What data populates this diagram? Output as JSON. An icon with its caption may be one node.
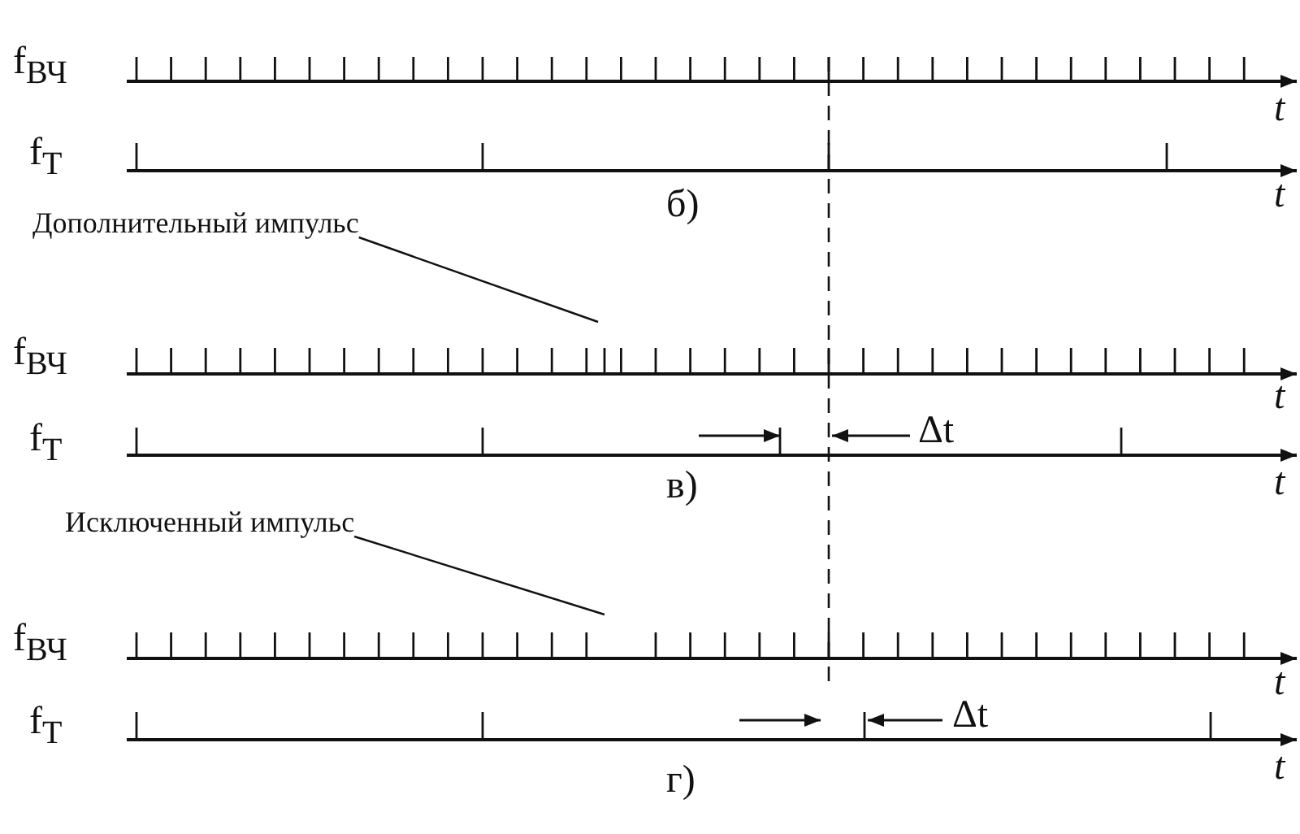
{
  "diagram": {
    "nodes": [
      {
        "text": [
          "Дополнительный импульс"
        ]
      },
      {
        "text": [
          "Исключенный импульс"
        ]
      }
    ],
    "edges": [
      {
        "from": 0,
        "to": null,
        "arrow": "none"
      },
      {
        "from": 1,
        "to": null,
        "arrow": "none"
      }
    ],
    "labels": [
      "f$_{ВЧ}$",
      "t",
      "f$_{Т}$",
      "t",
      "б)",
      "f$_{ВЧ}$",
      "t",
      "f$_{Т}$",
      "Δt",
      "t",
      "в)",
      "f$_{ВЧ}$",
      "t",
      "f$_{Т}$",
      "Δt",
      "t",
      "г)"
    ]
  }
}
